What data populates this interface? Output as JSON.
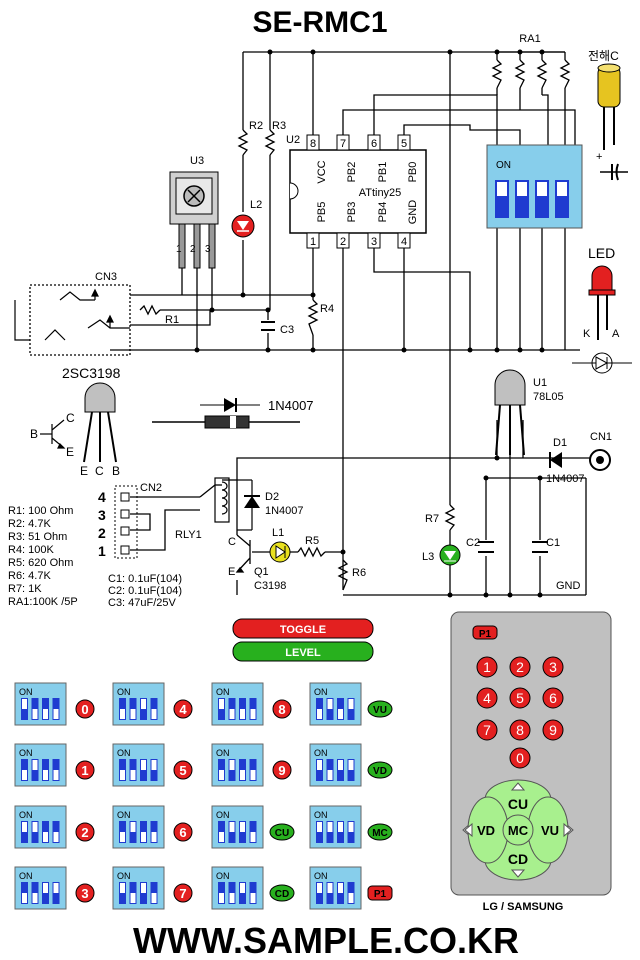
{
  "title": "SE-RMC1",
  "footer": "WWW.SAMPLE.CO.KR",
  "colors": {
    "dip_body": "#87CEEB",
    "dip_switch": "#1F3BD0",
    "red_badge": "#E32020",
    "green_badge": "#28B01E",
    "remote_body": "#C0C0C0",
    "dpad": "#A8F08E"
  },
  "labels": {
    "ra1": "RA1",
    "cap_e": "전해C",
    "u2": "U2",
    "u3": "U3",
    "r2": "R2",
    "r3": "R3",
    "l2": "L2",
    "chip_name": "ATtiny25",
    "on": "ON",
    "cn3": "CN3",
    "r1": "R1",
    "r4": "R4",
    "c3": "C3",
    "led": "LED",
    "k": "K",
    "a": "A",
    "q_part": "2SC3198",
    "diode_part": "1N4007",
    "u1": "U1",
    "u1_part": "78L05",
    "d1": "D1",
    "d1_part": "1N4007",
    "cn1": "CN1",
    "cn2": "CN2",
    "d2": "D2",
    "d2_part": "1N4007",
    "rly1": "RLY1",
    "l1": "L1",
    "r5": "R5",
    "q1": "Q1",
    "q1_part": "C3198",
    "r6": "R6",
    "r7": "R7",
    "c2": "C2",
    "c1": "C1",
    "l3": "L3",
    "gnd": "GND",
    "plus": "+",
    "b": "B",
    "c": "C",
    "e": "E",
    "u3_p1": "1",
    "u3_p2": "2",
    "u3_p3": "3",
    "cn2_p4": "4",
    "cn2_p3": "3",
    "cn2_p2": "2",
    "cn2_p1": "1"
  },
  "chip_pins_top": [
    {
      "num": "8",
      "name": "VCC"
    },
    {
      "num": "7",
      "name": "PB2"
    },
    {
      "num": "6",
      "name": "PB1"
    },
    {
      "num": "5",
      "name": "PB0"
    }
  ],
  "chip_pins_bottom": [
    {
      "num": "1",
      "name": "PB5"
    },
    {
      "num": "2",
      "name": "PB3"
    },
    {
      "num": "3",
      "name": "PB4"
    },
    {
      "num": "4",
      "name": "GND"
    }
  ],
  "parts_list": [
    "R1: 100 Ohm",
    "R2: 4.7K",
    "R3: 51 Ohm",
    "R4: 100K",
    "R5: 620 Ohm",
    "R6: 4.7K",
    "R7: 1K",
    "RA1:100K /5P"
  ],
  "caps_list": [
    "C1:  0.1uF(104)",
    "C2:  0.1uF(104)",
    "C3:  47uF/25V"
  ],
  "buttons": {
    "toggle": "TOGGLE",
    "level": "LEVEL"
  },
  "dip_grid": [
    {
      "label": "0",
      "badge": "red",
      "sw": [
        1,
        0,
        0,
        0
      ]
    },
    {
      "label": "4",
      "badge": "red",
      "sw": [
        0,
        0,
        1,
        0
      ]
    },
    {
      "label": "8",
      "badge": "red",
      "sw": [
        1,
        0,
        0,
        0
      ]
    },
    {
      "label": "VU",
      "badge": "green",
      "sw": [
        0,
        1,
        0,
        1
      ]
    },
    {
      "label": "1",
      "badge": "red",
      "sw": [
        0,
        1,
        0,
        0
      ]
    },
    {
      "label": "5",
      "badge": "red",
      "sw": [
        0,
        0,
        1,
        1
      ]
    },
    {
      "label": "9",
      "badge": "red",
      "sw": [
        0,
        1,
        0,
        0
      ]
    },
    {
      "label": "VD",
      "badge": "green",
      "sw": [
        1,
        0,
        1,
        1
      ]
    },
    {
      "label": "2",
      "badge": "red",
      "sw": [
        1,
        1,
        0,
        0
      ]
    },
    {
      "label": "6",
      "badge": "red",
      "sw": [
        0,
        1,
        0,
        0
      ]
    },
    {
      "label": "CU",
      "badge": "green",
      "sw": [
        0,
        1,
        1,
        0
      ]
    },
    {
      "label": "MC",
      "badge": "green",
      "sw": [
        1,
        1,
        1,
        1
      ]
    },
    {
      "label": "3",
      "badge": "red",
      "sw": [
        0,
        0,
        1,
        1
      ]
    },
    {
      "label": "7",
      "badge": "red",
      "sw": [
        1,
        0,
        1,
        0
      ]
    },
    {
      "label": "CD",
      "badge": "green",
      "sw": [
        0,
        0,
        1,
        0
      ]
    },
    {
      "label": "P1",
      "badge": "red",
      "sw": [
        1,
        1,
        1,
        0
      ]
    }
  ],
  "remote": {
    "p1": "P1",
    "digits": [
      "1",
      "2",
      "3",
      "4",
      "5",
      "6",
      "7",
      "8",
      "9",
      "0"
    ],
    "dpad": {
      "up": "CU",
      "down": "CD",
      "left": "VD",
      "right": "VU",
      "center": "MC"
    },
    "brand": "LG / SAMSUNG"
  }
}
